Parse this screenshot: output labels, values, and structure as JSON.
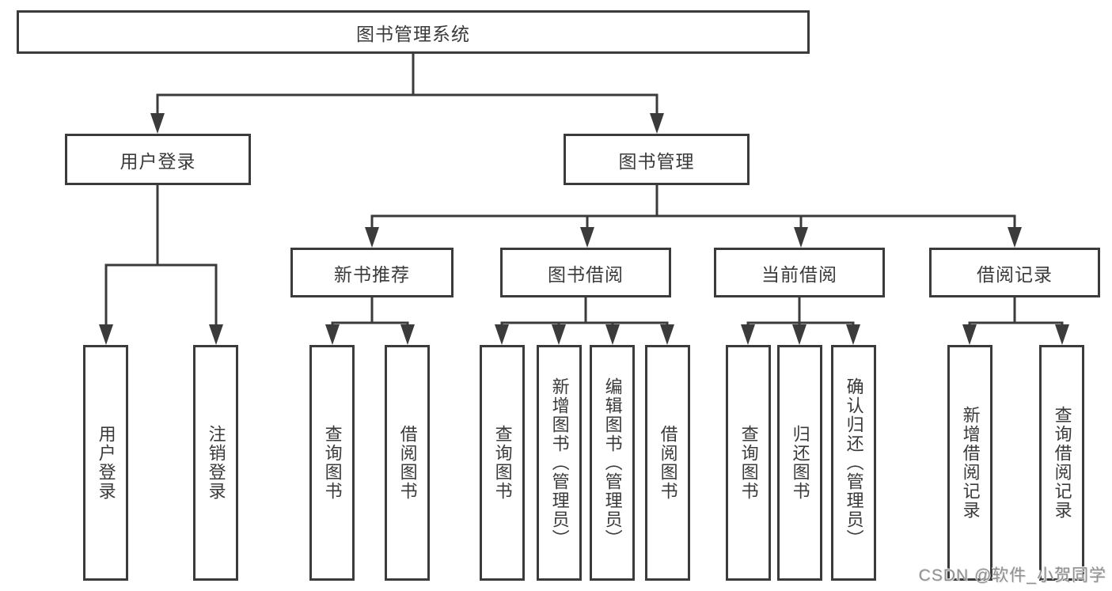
{
  "tree": {
    "root": {
      "label": "图书管理系统"
    },
    "branches": [
      {
        "label": "用户登录",
        "children": [
          {
            "label": "用户登录"
          },
          {
            "label": "注销登录"
          }
        ]
      },
      {
        "label": "图书管理",
        "children": [
          {
            "label": "新书推荐",
            "children": [
              {
                "label": "查询图书"
              },
              {
                "label": "借阅图书"
              }
            ]
          },
          {
            "label": "图书借阅",
            "children": [
              {
                "label": "查询图书"
              },
              {
                "label": "新增图书（管理员）"
              },
              {
                "label": "编辑图书（管理员）"
              },
              {
                "label": "借阅图书"
              }
            ]
          },
          {
            "label": "当前借阅",
            "children": [
              {
                "label": "查询图书"
              },
              {
                "label": "归还图书"
              },
              {
                "label": "确认归还（管理员）"
              }
            ]
          },
          {
            "label": "借阅记录",
            "children": [
              {
                "label": "新增借阅记录"
              },
              {
                "label": "查询借阅记录"
              }
            ]
          }
        ]
      }
    ]
  },
  "watermark": {
    "text": "CSDN @软件_小贺同学"
  },
  "colors": {
    "line": "#3b3b3b",
    "text": "#3a3a3a",
    "watermark": "#8f8f8f",
    "background": "#ffffff"
  }
}
